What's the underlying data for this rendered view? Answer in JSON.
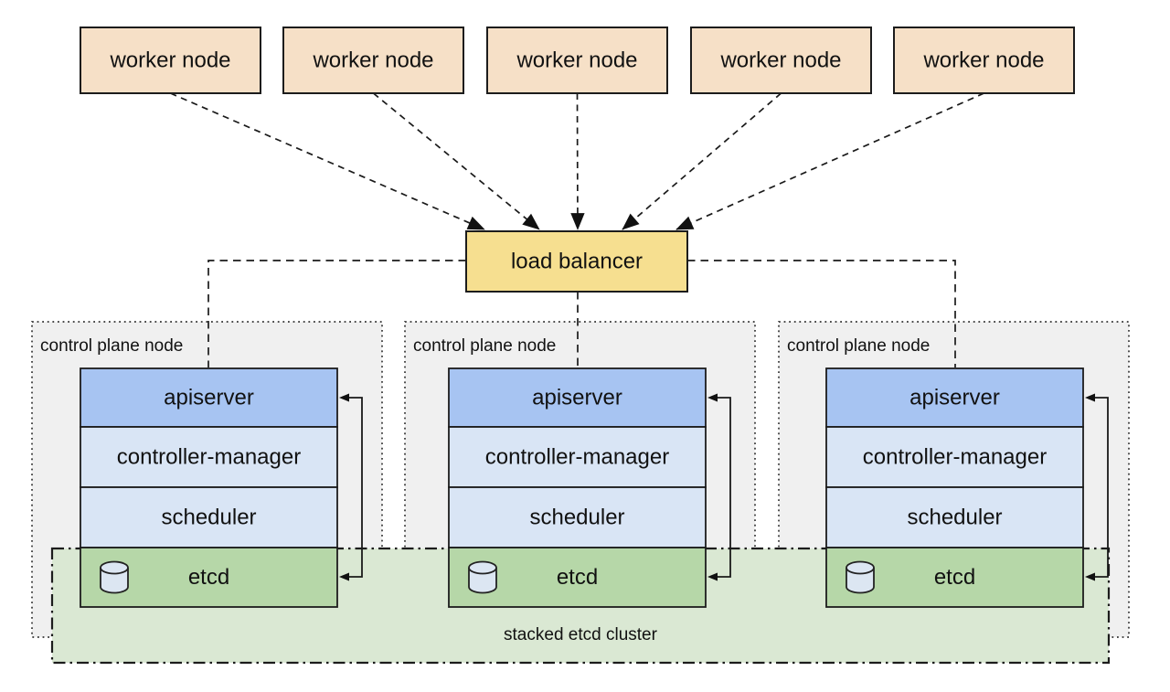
{
  "palette": {
    "background": "#FFFFFF",
    "worker_node_fill": "#F6E0C7",
    "load_balancer_fill": "#F6DF90",
    "apiserver_fill": "#A7C4F2",
    "controller_scheduler_fill": "#D9E5F5",
    "etcd_fill": "#B6D7A8",
    "stacked_cluster_fill": "#DAE8D3",
    "control_plane_node_fill": "#F0F0F0",
    "cylinder_icon_fill": "#DCE6F2",
    "line_color": "#1A1A1A"
  },
  "worker_nodes": [
    {
      "label": "worker node"
    },
    {
      "label": "worker node"
    },
    {
      "label": "worker node"
    },
    {
      "label": "worker node"
    },
    {
      "label": "worker node"
    }
  ],
  "load_balancer": {
    "label": "load balancer"
  },
  "control_plane_nodes": [
    {
      "label": "control plane node",
      "components": {
        "apiserver": "apiserver",
        "controller_manager": "controller-manager",
        "scheduler": "scheduler",
        "etcd": "etcd"
      }
    },
    {
      "label": "control plane node",
      "components": {
        "apiserver": "apiserver",
        "controller_manager": "controller-manager",
        "scheduler": "scheduler",
        "etcd": "etcd"
      }
    },
    {
      "label": "control plane node",
      "components": {
        "apiserver": "apiserver",
        "controller_manager": "controller-manager",
        "scheduler": "scheduler",
        "etcd": "etcd"
      }
    }
  ],
  "stacked_etcd_cluster": {
    "label": "stacked etcd cluster"
  },
  "icons": {
    "etcd_database": "database-cylinder-icon"
  }
}
